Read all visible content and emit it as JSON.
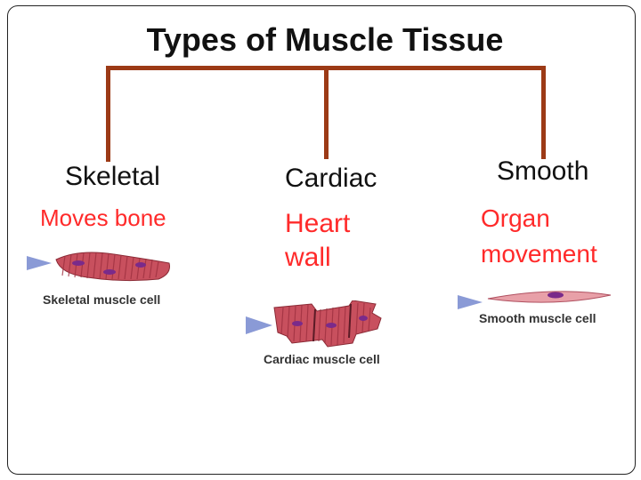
{
  "title": "Types of Muscle Tissue",
  "columns": [
    {
      "name": "Skeletal",
      "desc": "Moves bone",
      "caption": "Skeletal muscle cell"
    },
    {
      "name": "Cardiac",
      "desc": "Heart wall",
      "caption": "Cardiac muscle cell"
    },
    {
      "name": "Smooth",
      "desc": "Organ movement",
      "caption": "Smooth muscle cell"
    }
  ],
  "colors": {
    "connector": "#9c3a16",
    "description": "#ff2a2a",
    "cell_fill": "#c8505e",
    "nucleus": "#7a2a8a",
    "pointer": "#8a9ad6"
  }
}
